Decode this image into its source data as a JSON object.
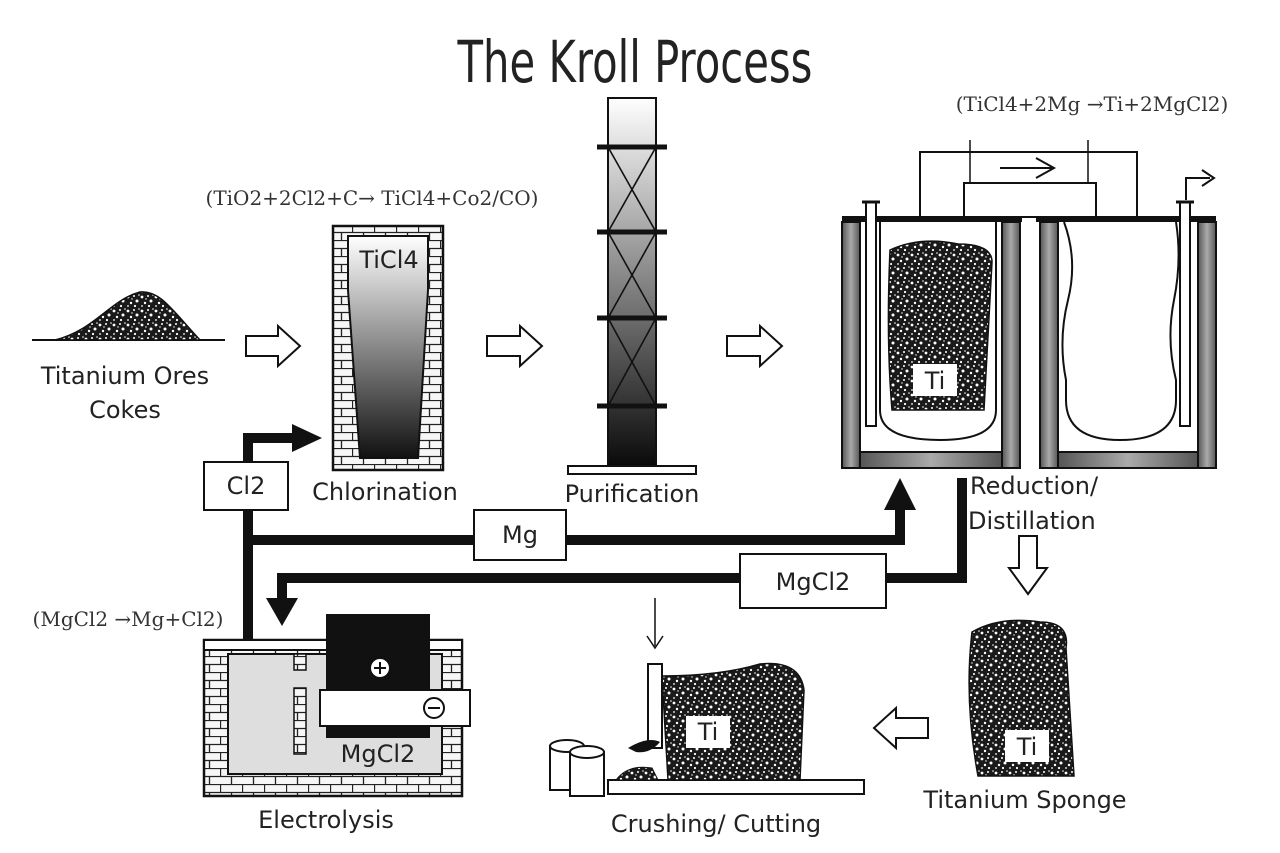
{
  "title": "The Kroll Process",
  "equations": {
    "chlorination": "(TiO2+2Cl2+C→ TiCl4+Co2/CO)",
    "reduction": "(TiCl4+2Mg →Ti+2MgCl2)",
    "electrolysis": "(MgCl2 →Mg+Cl2)"
  },
  "stages": {
    "ores_line1": "Titanium Ores",
    "ores_line2": "Cokes",
    "chlorination": "Chlorination",
    "purification": "Purification",
    "reduction_line1": "Reduction/",
    "reduction_line2": "Distillation",
    "sponge": "Titanium Sponge",
    "crushing": "Crushing/ Cutting",
    "electrolysis": "Electrolysis"
  },
  "labels": {
    "ticl4": "TiCl4",
    "cl2": "Cl2",
    "mg": "Mg",
    "mgcl2_flow": "MgCl2",
    "mgcl2_bath": "MgCl2",
    "ti_reactor": "Ti",
    "ti_crushing": "Ti",
    "ti_sponge": "Ti",
    "plus": "+",
    "minus": "−"
  },
  "colors": {
    "line": "#111111",
    "brick": "#f4f4f4",
    "bath": "#dedede",
    "electrode": "#111111"
  }
}
